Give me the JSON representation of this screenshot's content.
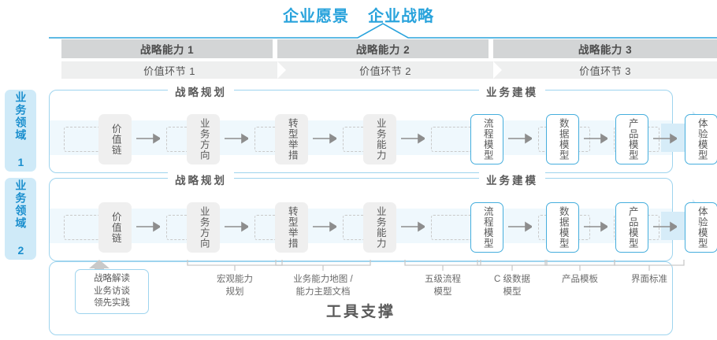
{
  "header": {
    "titles": [
      "企业愿景",
      "企业战略"
    ],
    "accent_color": "#29a3dc"
  },
  "capability_bars": [
    {
      "label": "战略能力 1"
    },
    {
      "label": "战略能力 2"
    },
    {
      "label": "战略能力 3"
    }
  ],
  "value_bars": [
    {
      "label": "价值环节 1"
    },
    {
      "label": "价值环节 2"
    },
    {
      "label": "价值环节 3"
    }
  ],
  "domains": [
    {
      "side_label": "业务领域 1",
      "sections": [
        {
          "title": "战略规划"
        },
        {
          "title": "业务建模"
        }
      ],
      "steps": [
        {
          "label": "价值链",
          "style": "gray"
        },
        {
          "label": "业务方向",
          "style": "gray"
        },
        {
          "label": "转型举措",
          "style": "gray"
        },
        {
          "label": "业务能力",
          "style": "gray"
        },
        {
          "label": "流程模型",
          "style": "blue"
        },
        {
          "label": "数据模型",
          "style": "blue"
        },
        {
          "label": "产品模型",
          "style": "blue"
        },
        {
          "label": "体验模型",
          "style": "blue"
        }
      ]
    },
    {
      "side_label": "业务领域 2",
      "sections": [
        {
          "title": "战略规划"
        },
        {
          "title": "业务建模"
        }
      ],
      "steps": [
        {
          "label": "价值链",
          "style": "gray"
        },
        {
          "label": "业务方向",
          "style": "gray"
        },
        {
          "label": "转型举措",
          "style": "gray"
        },
        {
          "label": "业务能力",
          "style": "gray"
        },
        {
          "label": "流程模型",
          "style": "blue"
        },
        {
          "label": "数据模型",
          "style": "blue"
        },
        {
          "label": "产品模型",
          "style": "blue"
        },
        {
          "label": "体验模型",
          "style": "blue"
        }
      ]
    }
  ],
  "tool_support": {
    "title": "工具支撑",
    "chip": "战略解读\n业务访谈\n领先实践",
    "labels": [
      {
        "text": "宏观能力\n规划"
      },
      {
        "text": "业务能力地图 /\n能力主题文档"
      },
      {
        "text": "五级流程\n模型"
      },
      {
        "text": "C 级数据\n模型"
      },
      {
        "text": "产品模板"
      },
      {
        "text": "界面标准"
      }
    ]
  },
  "colors": {
    "blue": "#46aedd",
    "light_blue_fill": "#cfeaf8",
    "band": "#eff8fd",
    "bar_dark": "#d3d5d6",
    "bar_light": "#eeefef",
    "text_gray": "#5a5a5a"
  }
}
